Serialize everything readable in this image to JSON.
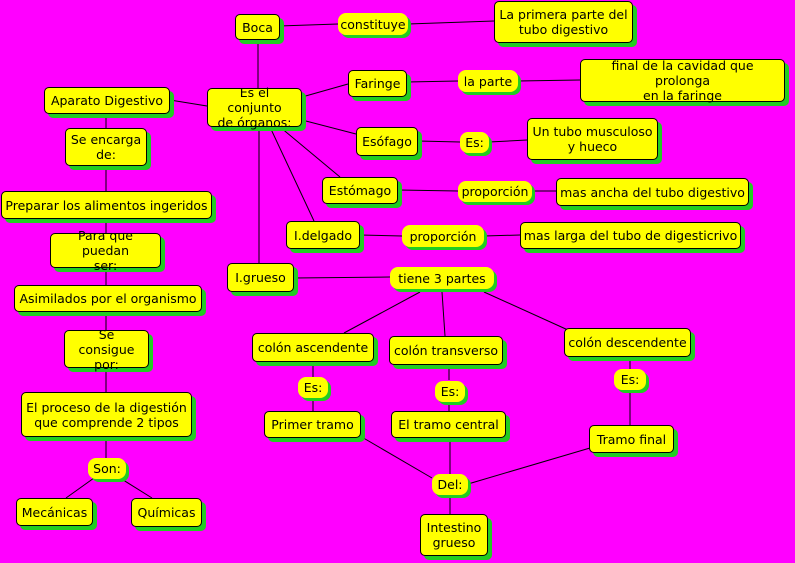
{
  "nodes": {
    "boca": "Boca",
    "constituye": "constituye",
    "primera_parte": "La primera parte del\ntubo digestivo",
    "aparato": "Aparato Digestivo",
    "conjunto": "Es el conjunto\nde órganos:",
    "faringe": "Faringe",
    "la_parte": "la parte",
    "final_cavidad": "final de la cavidad que prolonga\nen la faringe",
    "esofago": "Esófago",
    "es_esofago": "Es:",
    "tubo_musculoso": "Un tubo musculoso\ny hueco",
    "se_encarga": "Se encarga\nde:",
    "preparar": "Preparar los alimentos ingeridos",
    "estomago": "Estómago",
    "proporcion1": "proporción",
    "mas_ancha": "mas ancha del tubo digestivo",
    "para_que": "Para que puedan\nser:",
    "idelgado": "I.delgado",
    "proporcion2": "proporción",
    "mas_larga": "mas larga del tubo de digesticrivo",
    "asimilados": "Asimilados por el organismo",
    "igrueso": "I.grueso",
    "tiene3": "tiene 3 partes",
    "se_consigue": "Se consigue\npor:",
    "colon_asc": "colón ascendente",
    "colon_trans": "colón transverso",
    "colon_desc": "colón descendente",
    "es_asc": "Es:",
    "es_trans": "Es:",
    "es_desc": "Es:",
    "proceso": "El proceso de la digestión\nque comprende 2 tipos",
    "primer_tramo": "Primer tramo",
    "tramo_central": "El tramo central",
    "tramo_final": "Tramo final",
    "son": "Son:",
    "del": "Del:",
    "mecanicas": "Mecánicas",
    "quimicas": "Químicas",
    "intestino": "Intestino\ngrueso"
  },
  "colors": {
    "background": "#ff00ff",
    "node_fill": "#ffff00",
    "shadow": "#22cc22",
    "line": "#000000"
  }
}
